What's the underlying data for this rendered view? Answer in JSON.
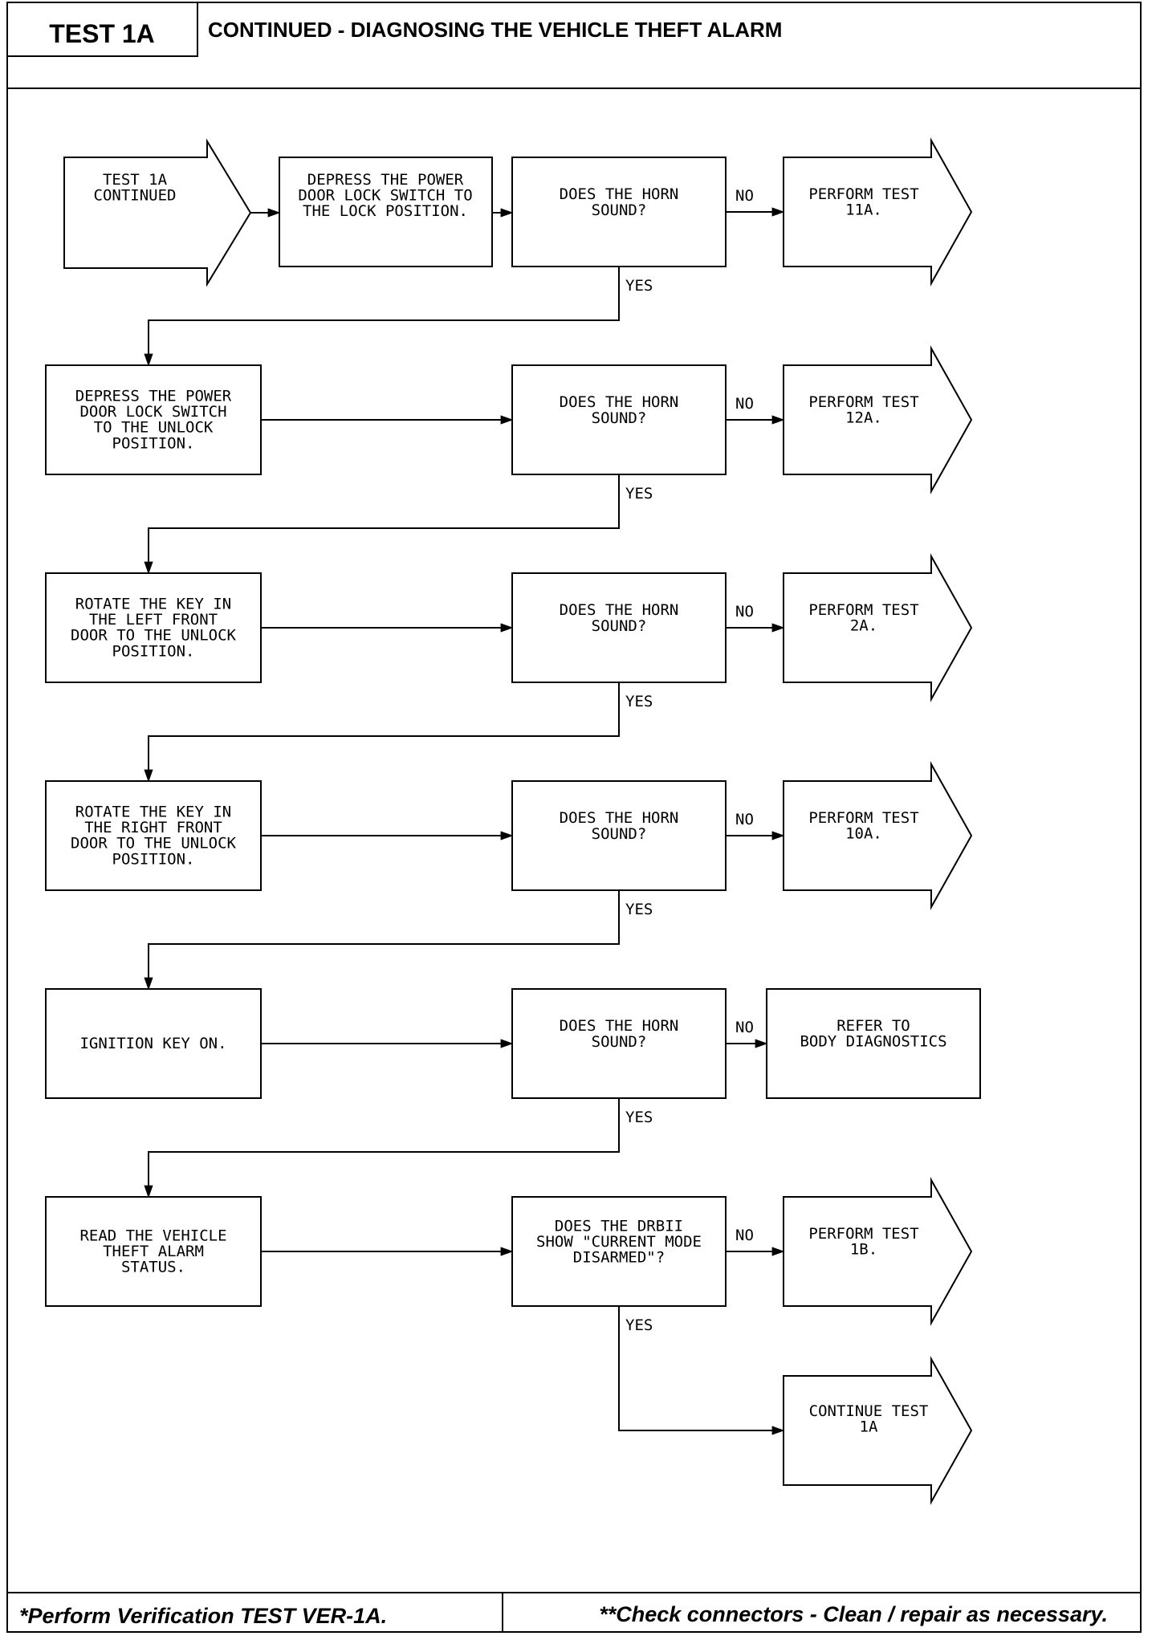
{
  "header": {
    "test_id": "TEST 1A",
    "title": "CONTINUED - DIAGNOSING THE VEHICLE THEFT ALARM"
  },
  "flowchart": {
    "entry": [
      "TEST 1A",
      "CONTINUED"
    ],
    "first_action": [
      "DEPRESS THE POWER",
      "DOOR LOCK SWITCH TO",
      "THE LOCK POSITION."
    ],
    "yes_label": "YES",
    "no_label": "NO",
    "rows": [
      {
        "action": null,
        "question": [
          "DOES THE HORN",
          "SOUND?"
        ],
        "no_result": [
          "PERFORM TEST",
          "11A."
        ]
      },
      {
        "action": [
          "DEPRESS THE POWER",
          "DOOR LOCK SWITCH",
          "TO THE UNLOCK",
          "POSITION."
        ],
        "question": [
          "DOES THE HORN",
          "SOUND?"
        ],
        "no_result": [
          "PERFORM TEST",
          "12A."
        ]
      },
      {
        "action": [
          "ROTATE THE KEY IN",
          "THE LEFT FRONT",
          "DOOR TO THE UNLOCK",
          "POSITION."
        ],
        "question": [
          "DOES THE HORN",
          "SOUND?"
        ],
        "no_result": [
          "PERFORM TEST",
          "2A."
        ]
      },
      {
        "action": [
          "ROTATE THE KEY IN",
          "THE RIGHT FRONT",
          "DOOR TO THE UNLOCK",
          "POSITION."
        ],
        "question": [
          "DOES THE HORN",
          "SOUND?"
        ],
        "no_result": [
          "PERFORM TEST",
          "10A."
        ]
      },
      {
        "action": [
          "IGNITION KEY ON."
        ],
        "question": [
          "DOES THE HORN",
          "SOUND?"
        ],
        "no_result": [
          "REFER TO",
          "BODY DIAGNOSTICS"
        ]
      },
      {
        "action": [
          "READ THE VEHICLE",
          "THEFT ALARM",
          "STATUS."
        ],
        "question": [
          "DOES THE DRBII",
          "SHOW \"CURRENT MODE",
          "DISARMED\"?"
        ],
        "no_result": [
          "PERFORM TEST",
          "1B."
        ]
      }
    ],
    "final": [
      "CONTINUE TEST",
      "1A"
    ]
  },
  "footer": {
    "left_note": "*Perform Verification TEST VER-1A.",
    "right_note": "**Check connectors - Clean / repair as necessary."
  }
}
